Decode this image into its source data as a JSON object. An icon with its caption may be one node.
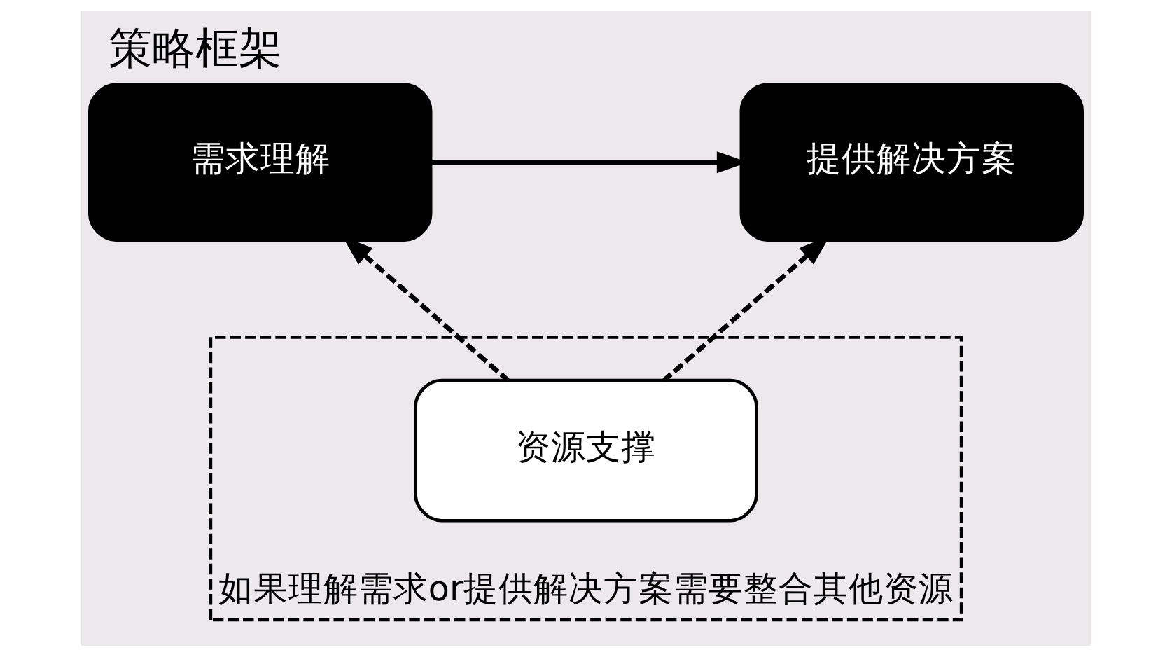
{
  "diagram": {
    "title": "策略框架",
    "nodes": [
      {
        "text": [
          "需求理解"
        ]
      },
      {
        "text": [
          "提供解决方案"
        ]
      },
      {
        "text": [
          "如果理解需求or提供解决方案需要整合其他资源"
        ]
      },
      {
        "text": [
          "资源支撑"
        ],
        "in": 2
      }
    ],
    "edges": [
      {
        "from": 0,
        "to": 1,
        "arrow": "to"
      },
      {
        "from": 3,
        "to": 0,
        "arrow": "to",
        "style": "dashed"
      },
      {
        "from": 3,
        "to": 1,
        "arrow": "to",
        "style": "dashed"
      }
    ]
  }
}
